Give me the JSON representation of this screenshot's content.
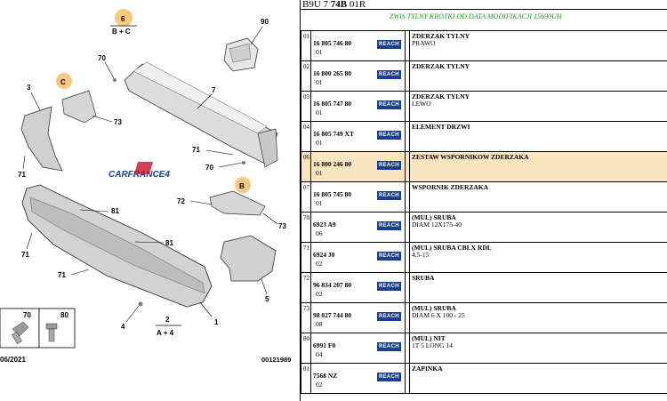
{
  "header": {
    "code_prefix": "B9U 7 ",
    "code_bold": "74B",
    "code_suffix": " 01R"
  },
  "subtitle": "ZWIS TYLNY KRÓTKI OD DATA MODIFIKACJI 15690UH",
  "diagram": {
    "bubble_6": "6",
    "bubble_6_text": "B + C",
    "bubble_c": "C",
    "bubble_b": "B",
    "callouts": [
      "90",
      "70",
      "3",
      "7",
      "73",
      "71",
      "71",
      "70",
      "81",
      "72",
      "73",
      "71",
      "81",
      "71",
      "5",
      "4",
      "2",
      "1"
    ],
    "formula": "A + 4",
    "logo": "CARFRANCE4",
    "thumb_70": "70",
    "thumb_80": "80",
    "date": "06/2021",
    "ref": "00121989"
  },
  "rows": [
    {
      "idx": "01",
      "ref": "16 805 746 80",
      "reach": "REACH",
      "qty": "01",
      "name": "ZDERZAK TYLNY",
      "note": "PRAWO",
      "selected": false
    },
    {
      "idx": "02",
      "ref": "16 800 265 80",
      "reach": "REACH",
      "qty": "01",
      "name": "ZDERZAK TYLNY",
      "note": "",
      "selected": false
    },
    {
      "idx": "03",
      "ref": "16 805 747 80",
      "reach": "REACH",
      "qty": "01",
      "name": "ZDERZAK TYLNY",
      "note": "LEWO",
      "selected": false
    },
    {
      "idx": "04",
      "ref": "16 805 749 XT",
      "reach": "REACH",
      "qty": "01",
      "name": "ELEMENT DRZWI",
      "note": "",
      "selected": false
    },
    {
      "idx": "06",
      "ref": "16 800 246 80",
      "reach": "REACH",
      "qty": "01",
      "name": "ZESTAW WSPORNIKOW ZDERZAKA",
      "note": "",
      "selected": true
    },
    {
      "idx": "07",
      "ref": "16 805 745 80",
      "reach": "REACH",
      "qty": "01",
      "name": "WSPORNIK ZDERZAKA",
      "note": "",
      "selected": false
    },
    {
      "idx": "70",
      "ref": "6923 A9",
      "reach": "REACH",
      "qty": "06",
      "name": "(MUL) SRUBA",
      "note": "DIAM 12X175-40",
      "selected": false
    },
    {
      "idx": "71",
      "ref": "6924 J0",
      "reach": "REACH",
      "qty": "02",
      "name": "(MUL) SRUBA CBLX RDL",
      "note": "4,5-15",
      "selected": false
    },
    {
      "idx": "72",
      "ref": "96 834 207 80",
      "reach": "REACH",
      "qty": "02",
      "name": "SRUBA",
      "note": "",
      "selected": false
    },
    {
      "idx": "73",
      "ref": "98 027 744 80",
      "reach": "REACH",
      "qty": "08",
      "name": "(MUL) SRUBA",
      "note": "DIAM 6 X 100 - 25",
      "selected": false
    },
    {
      "idx": "80",
      "ref": "6991 F0",
      "reach": "REACH",
      "qty": "04",
      "name": "(MUL) NIT",
      "note": "1T 5 LONG 14",
      "selected": false
    },
    {
      "idx": "81",
      "ref": "7568 NZ",
      "reach": "REACH",
      "qty": "02",
      "name": "ZAPINKA",
      "note": "",
      "selected": false
    }
  ],
  "colors": {
    "selected_row": "#fbe5bf",
    "reach_badge": "#1a3f8f",
    "subtitle": "#1f9a1f",
    "bubble": "#f6c97c"
  }
}
